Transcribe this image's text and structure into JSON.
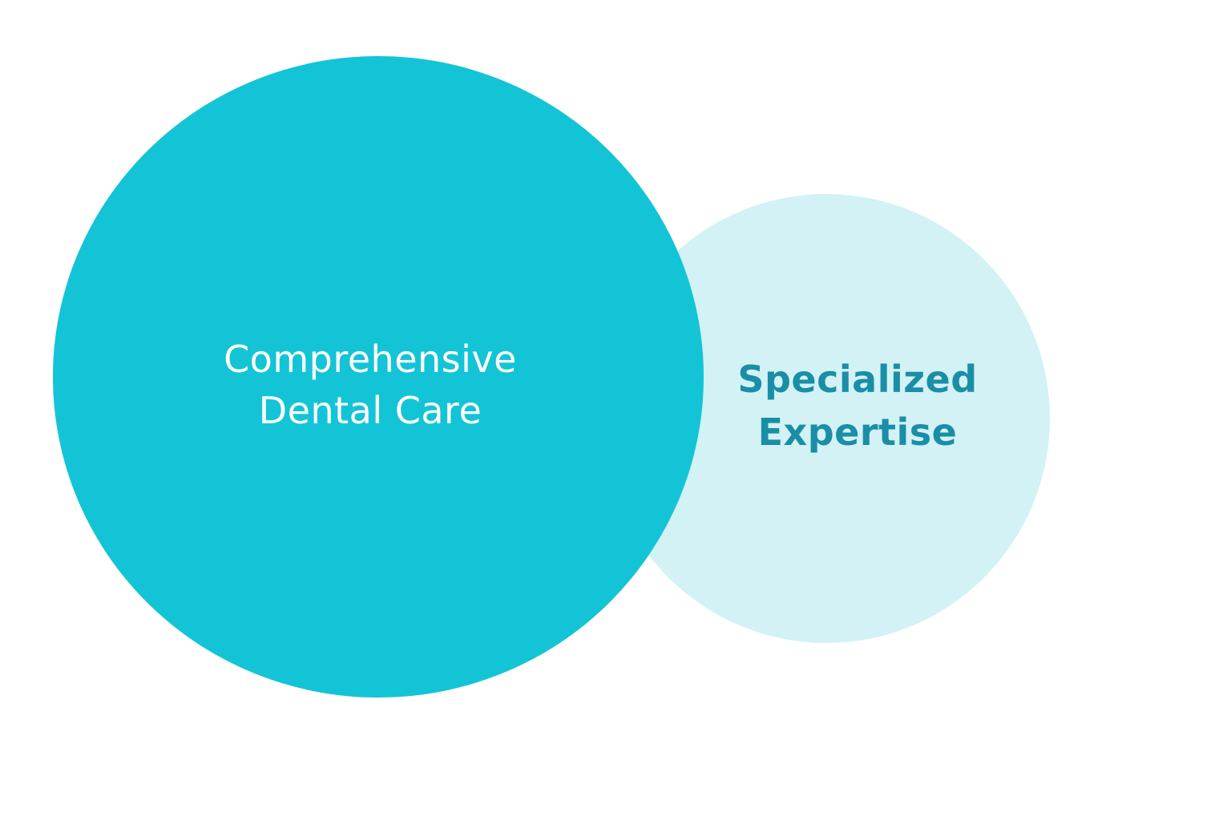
{
  "diagram": {
    "type": "overlapping-circles",
    "circles": [
      {
        "id": "primary",
        "lines": [
          "Comprehensive",
          "Dental Care"
        ],
        "fill_color": "#13c4d6",
        "text_color": "#ffffff"
      },
      {
        "id": "secondary",
        "lines": [
          "Specialized",
          "Expertise"
        ],
        "fill_color": "#d2f2f5",
        "text_color": "#1a8ea6"
      }
    ]
  }
}
